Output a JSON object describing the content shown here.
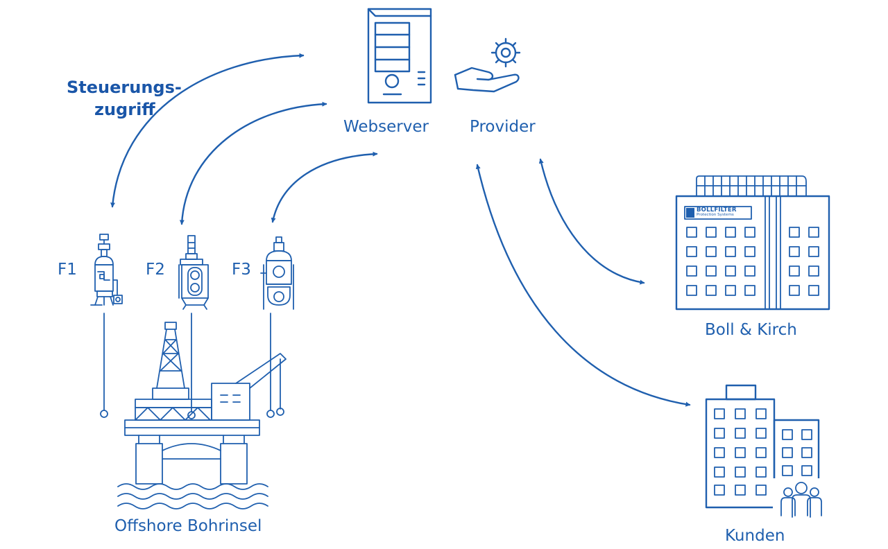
{
  "labels": {
    "webserver": "Webserver",
    "provider": "Provider",
    "control_line1": "Steuerungs-",
    "control_line2": "zugriff",
    "f1": "F1",
    "f2": "F2",
    "f3": "F3",
    "boll_kirch": "Boll & Kirch",
    "customers": "Kunden",
    "offshore": "Offshore Bohrinsel"
  },
  "logo": {
    "brand": "BOLLFILTER",
    "tagline": "Protection Systems"
  },
  "icons": [
    "server-icon",
    "gear-hand-icon",
    "filter-icon",
    "building-icon",
    "customers-building-icon",
    "people-icon",
    "oil-rig-icon"
  ],
  "colors": {
    "primary": "#1f5fae",
    "background": "#ffffff"
  }
}
